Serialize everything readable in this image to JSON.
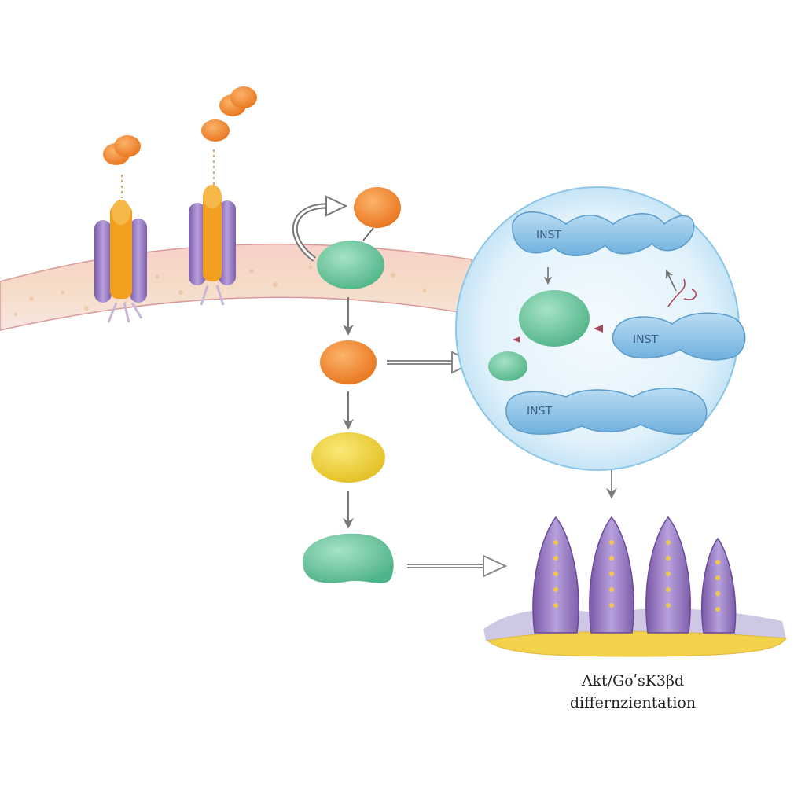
{
  "diagram": {
    "caption_line1": "Akt/GoʹsK3βd",
    "caption_line2": "differnzientation",
    "dna_glyph_1": "ꓲꓠꓢꓔ",
    "dna_glyph_2": "ꓲꓠꓢꓔ",
    "dna_glyph_3": "ꓲꓠꓢꓔ"
  },
  "colors": {
    "receptor_purple": "#9b7fc4",
    "ligand_orange": "#f08a2e",
    "molecule_green": "#63c39a",
    "molecule_yellow": "#f0d23a",
    "nucleus_blue": "#dff0fa",
    "dna_blue": "#8fc6ea",
    "arrow_gray": "#777777"
  }
}
